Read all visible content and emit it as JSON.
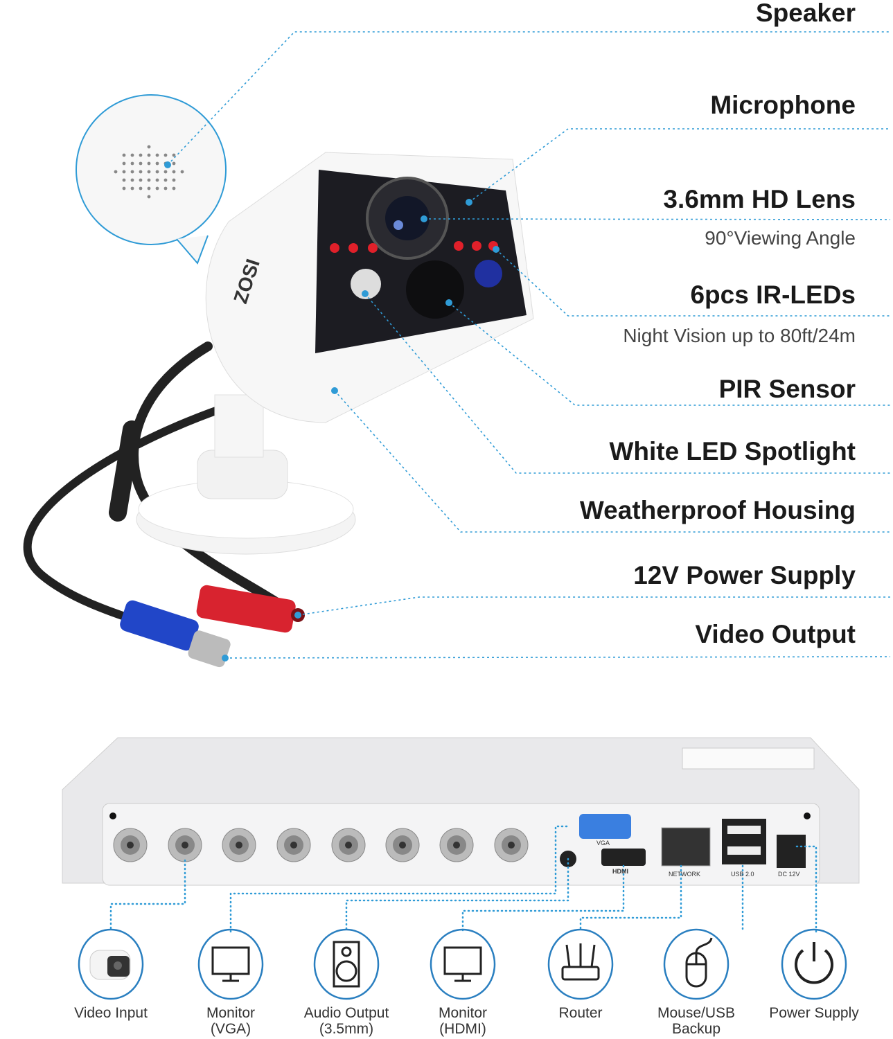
{
  "camera_features": [
    {
      "label": "Speaker"
    },
    {
      "label": "Microphone"
    },
    {
      "label": "3.6mm HD Lens",
      "detail": "90°Viewing Angle"
    },
    {
      "label": "6pcs IR-LEDs",
      "detail": "Night Vision up to 80ft/24m"
    },
    {
      "label": "PIR Sensor"
    },
    {
      "label": "White LED Spotlight"
    },
    {
      "label": "Weatherproof Housing"
    },
    {
      "label": "12V Power Supply"
    },
    {
      "label": "Video Output"
    }
  ],
  "camera_brand": "ZOSI",
  "dvr_ports": {
    "vga": "VGA",
    "hdmi": "HDMI",
    "network": "NETWORK",
    "usb": "USB 2.0",
    "dc": "DC 12V"
  },
  "connections": [
    {
      "line1": "Video Input",
      "line2": "",
      "icon": "camera-icon"
    },
    {
      "line1": "Monitor",
      "line2": "(VGA)",
      "icon": "monitor-icon"
    },
    {
      "line1": "Audio Output",
      "line2": "(3.5mm)",
      "icon": "speaker-icon"
    },
    {
      "line1": "Monitor",
      "line2": "(HDMI)",
      "icon": "monitor-icon"
    },
    {
      "line1": "Router",
      "line2": "",
      "icon": "router-icon"
    },
    {
      "line1": "Mouse/USB",
      "line2": "Backup",
      "icon": "mouse-icon"
    },
    {
      "line1": "Power Supply",
      "line2": "",
      "icon": "power-icon"
    }
  ],
  "colors": {
    "accent": "#2f9bd6",
    "circle": "#2a7fc0",
    "led": "#e0202a"
  }
}
